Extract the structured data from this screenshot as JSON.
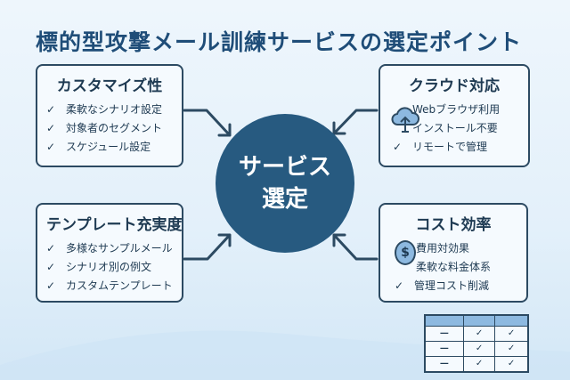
{
  "title": "標的型攻撃メール訓練サービスの選定ポイント",
  "center": {
    "line1": "サービス",
    "line2": "選定"
  },
  "boxes": {
    "customize": {
      "heading": "カスタマイズ性",
      "items": [
        "柔軟なシナリオ設定",
        "対象者のセグメント",
        "スケジュール設定"
      ]
    },
    "cloud": {
      "heading": "クラウド対応",
      "items": [
        "Webブラウザ利用",
        "インストール不要",
        "リモートで管理"
      ]
    },
    "template": {
      "heading": "テンプレート充実度",
      "items": [
        "多様なサンプルメール",
        "シナリオ別の例文",
        "カスタムテンプレート"
      ]
    },
    "cost": {
      "heading": "コスト効率",
      "items": [
        "費用対効果",
        "柔軟な料金体系",
        "管理コスト削減"
      ]
    }
  },
  "check": "✓",
  "dollar": "$",
  "colors": {
    "primary": "#275a80",
    "border": "#2c4a62",
    "accent": "#8db9e0"
  }
}
